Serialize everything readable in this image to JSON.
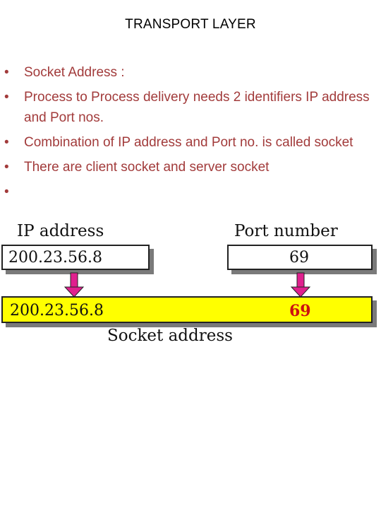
{
  "slide": {
    "title": "TRANSPORT LAYER",
    "bullet_glyph": "•",
    "bullets": [
      "Socket Address :",
      "Process to Process delivery needs 2 identifiers IP address and Port nos.",
      "Combination of IP address and Port no. is called socket",
      "There are client socket and server socket",
      ""
    ]
  },
  "diagram": {
    "ip_label": "IP address",
    "port_label": "Port number",
    "ip_value": "200.23.56.8",
    "port_value": "69",
    "socket_ip_value": "200.23.56.8",
    "socket_port_value": "69",
    "caption": "Socket address",
    "arrow_color": "#e0208e",
    "socket_fill": "#ffff00",
    "port_highlight_color": "#cc1111"
  }
}
